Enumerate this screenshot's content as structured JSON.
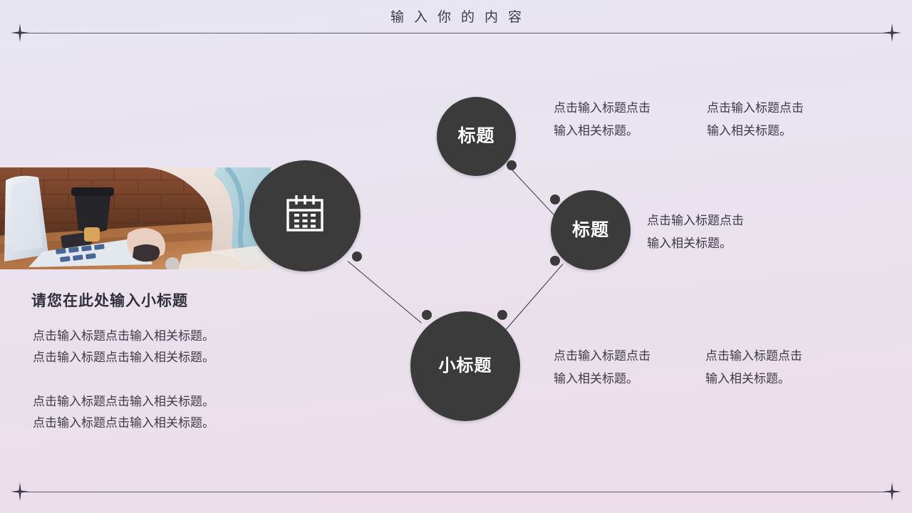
{
  "header": {
    "title": "输入你的内容",
    "ornament_left": "sparkle-icon",
    "ornament_right": "sparkle-icon"
  },
  "footer": {
    "ornament_left": "sparkle-icon",
    "ornament_right": "sparkle-icon"
  },
  "colors": {
    "node_fill": "#3b3b3b",
    "node_text": "#ffffff",
    "body_text": "#3c3a46",
    "heading_text": "#2f2f3a",
    "rule": "#5b5b6b",
    "bg_top": "#e7e6f0",
    "bg_bottom": "#ecdeea"
  },
  "photo": {
    "alt": "person typing on a laptop at a wooden desk with a coffee cup and brick wall"
  },
  "nodes": [
    {
      "id": "icon",
      "icon": "calendar-icon",
      "label": ""
    },
    {
      "id": "top",
      "icon": "",
      "label": "标题"
    },
    {
      "id": "mid",
      "icon": "",
      "label": "标题"
    },
    {
      "id": "bottom",
      "icon": "",
      "label": "小标题"
    }
  ],
  "left_block": {
    "heading": "请您在此处输入小标题",
    "paragraph_1": {
      "line1": "点击输入标题点击输入相关标题。",
      "line2": "点击输入标题点击输入相关标题。"
    },
    "paragraph_2": {
      "line1": "点击输入标题点击输入相关标题。",
      "line2": "点击输入标题点击输入相关标题。"
    }
  },
  "top_texts": [
    {
      "line1": "点击输入标题点击",
      "line2": "输入相关标题。"
    },
    {
      "line1": "点击输入标题点击",
      "line2": "输入相关标题。"
    }
  ],
  "mid_texts": [
    {
      "line1": "点击输入标题点击",
      "line2": "输入相关标题。"
    }
  ],
  "bottom_texts": [
    {
      "line1": "点击输入标题点击",
      "line2": "输入相关标题。"
    },
    {
      "line1": "点击输入标题点击",
      "line2": "输入相关标题。"
    }
  ]
}
